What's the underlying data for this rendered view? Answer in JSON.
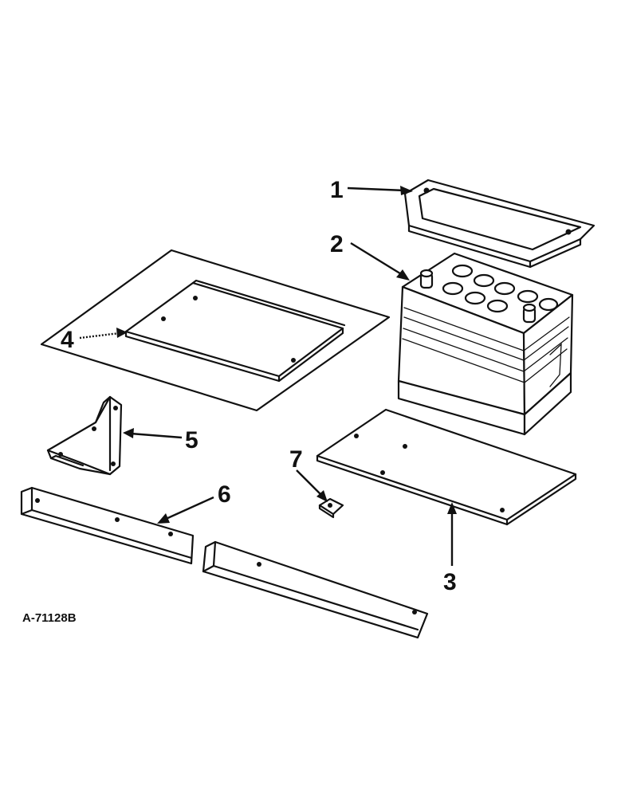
{
  "callouts": {
    "c1": "1",
    "c2": "2",
    "c3": "3",
    "c4": "4",
    "c5": "5",
    "c6": "6",
    "c7": "7"
  },
  "reference_code": "A-71128B",
  "colors": {
    "ink": "#111111",
    "paper": "#ffffff"
  }
}
